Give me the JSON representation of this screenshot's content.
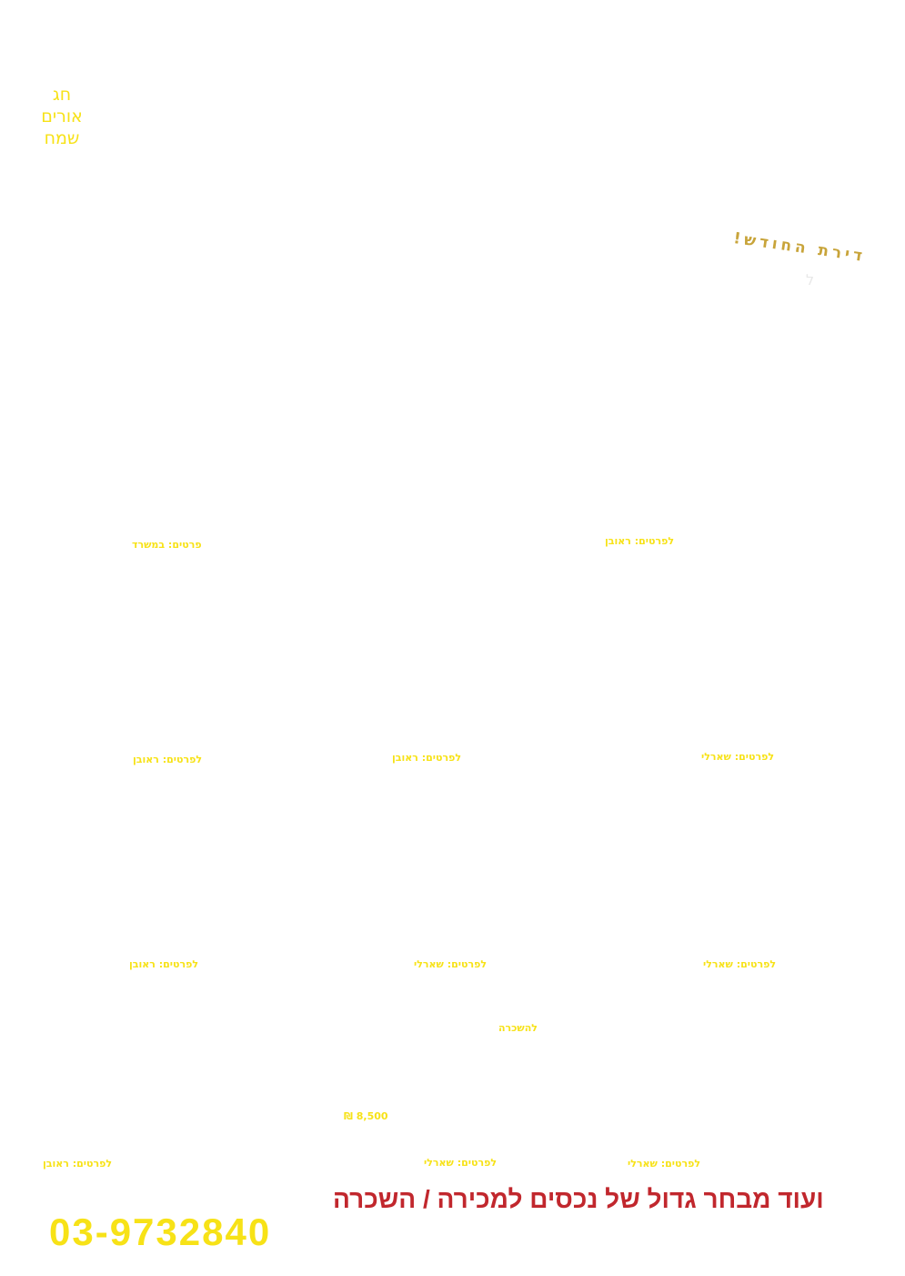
{
  "greeting": {
    "lines": [
      "חג",
      "אורים",
      "שמח"
    ]
  },
  "featured": {
    "title": "דירת החודש!",
    "subtitle": "ל"
  },
  "listings": [
    {
      "contact": "פרטים: במשרד"
    },
    {
      "contact": "לפרטים: ראובן"
    },
    {
      "contact": "לפרטים: ראובן"
    },
    {
      "contact": "לפרטים: ראובן"
    },
    {
      "contact": "לפרטים: שארלי"
    },
    {
      "contact": "לפרטים: ראובן"
    },
    {
      "contact": "לפרטים: שארלי"
    },
    {
      "contact": "לפרטים: שארלי"
    },
    {
      "contact": "לפרטים: ראובן"
    },
    {
      "contact": "לפרטים: שארלי"
    },
    {
      "contact": "לפרטים: שארלי"
    }
  ],
  "rental": {
    "label": "להשכרה",
    "price": "₪ 8,500"
  },
  "footer": {
    "tagline": "ועוד מבחר גדול של נכסים למכירה / השכרה",
    "phone": "03-9732840"
  },
  "colors": {
    "yellow": "#f7e217",
    "gold": "#c8a43a",
    "red": "#c1272d"
  }
}
